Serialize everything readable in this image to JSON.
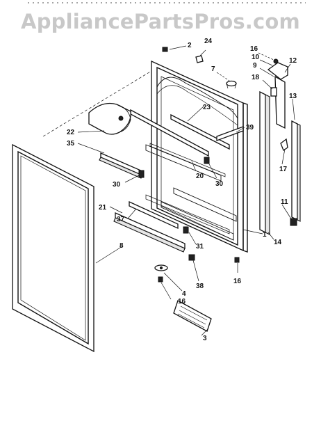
{
  "watermark": "AppliancePartsPros.com",
  "callouts": [
    "2",
    "24",
    "7",
    "16",
    "10",
    "9",
    "12",
    "18",
    "23",
    "13",
    "39",
    "22",
    "35",
    "20",
    "30",
    "30",
    "17",
    "21",
    "37",
    "11",
    "1",
    "14",
    "31",
    "8",
    "38",
    "16",
    "4",
    "16",
    "3"
  ]
}
